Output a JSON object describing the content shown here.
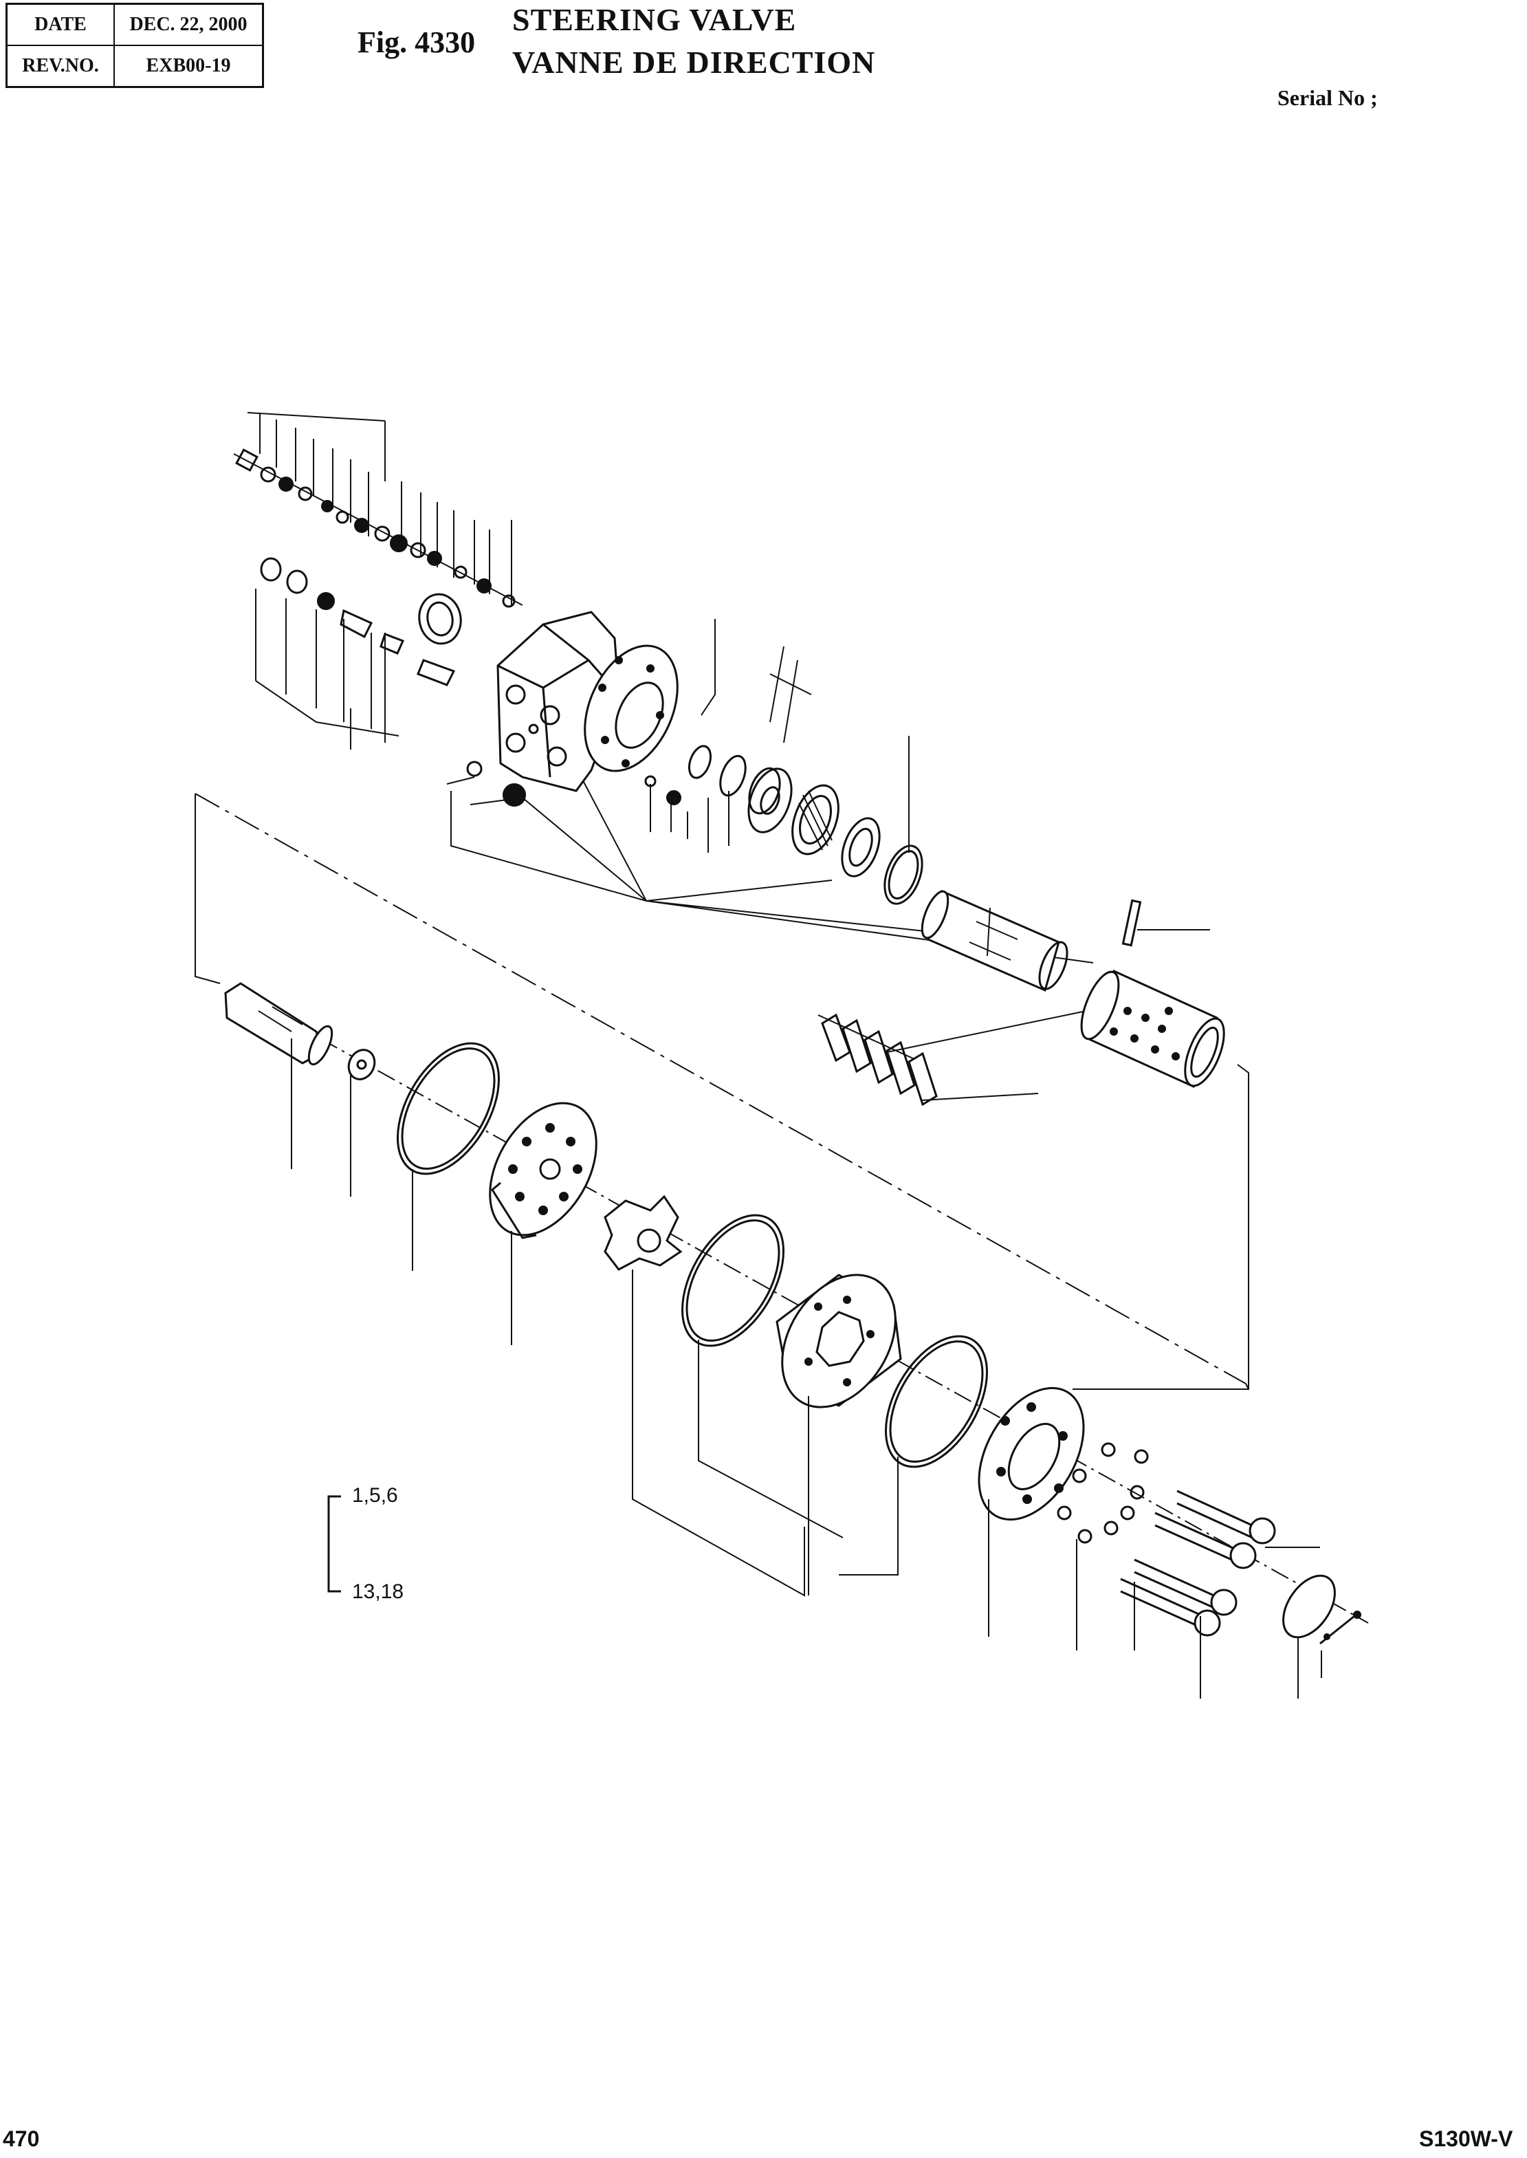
{
  "header": {
    "date_label": "DATE",
    "date_value": "DEC. 22, 2000",
    "rev_label": "REV.NO.",
    "rev_value": "EXB00-19"
  },
  "figure": {
    "number": "Fig. 4330",
    "title_en": "STEERING VALVE",
    "title_fr": "VANNE DE DIRECTION",
    "serial_label": "Serial No ;"
  },
  "legend": {
    "top_label": "1,5,6",
    "bottom_label": "13,18"
  },
  "footer": {
    "page_number": "470",
    "model": "S130W-V"
  }
}
